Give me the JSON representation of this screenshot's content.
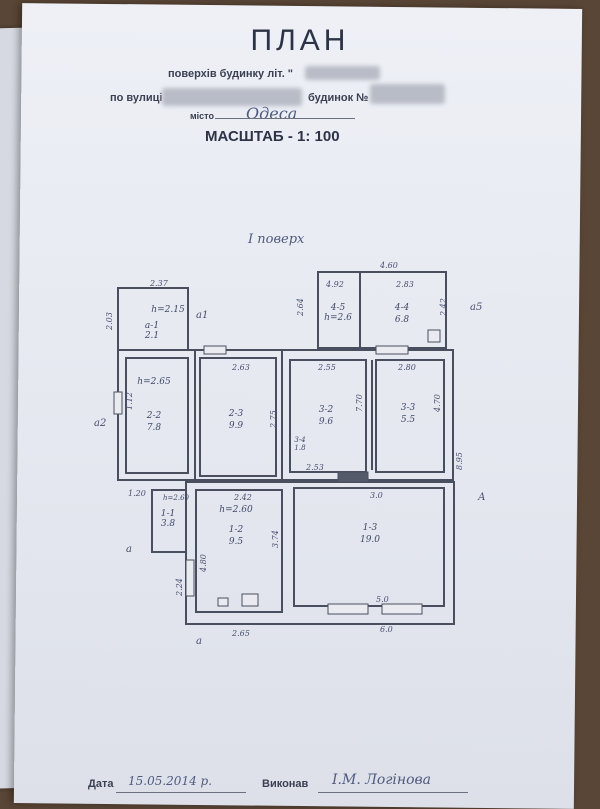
{
  "header": {
    "title": "ПЛАН",
    "line1": "поверхів будинку літ. \"",
    "line2_street": "по вулиці",
    "line2_house": "будинок №",
    "line3_city_label": "місто",
    "line3_city_value": "Одеса",
    "scale": "МАСШТАБ - 1: 100"
  },
  "floor_label": "I поверх",
  "dimensions": {
    "top_460": "4.60",
    "d492": "4.92",
    "d283": "2.83",
    "d264": "2.64",
    "d242": "2.42",
    "d237": "2.37",
    "d203": "2.03",
    "d263": "2.63",
    "d255": "2.55",
    "d280": "2.80",
    "d112": "1.12",
    "d275": "2.75",
    "d770": "7.70",
    "d470": "4.70",
    "d253": "2.53",
    "d895": "8.95",
    "d120": "1.20",
    "d242b": "2.42",
    "d30": "3.0",
    "d374": "3.74",
    "d480": "4.80",
    "d224": "2.24",
    "d50": "5.0",
    "d265": "2.65",
    "d60": "6.0"
  },
  "rooms": {
    "r45": {
      "label": "4-5",
      "h": "h=2.6"
    },
    "r44": {
      "label": "4-4",
      "area": "6.8"
    },
    "r41": {
      "label": "а-1",
      "area": "2.1",
      "h": "h=2.15"
    },
    "r22": {
      "label": "2-2",
      "area": "7.8",
      "h": "h=2.65"
    },
    "r23": {
      "label": "2-3",
      "area": "9.9"
    },
    "r32": {
      "label": "3-2",
      "area": "9.6"
    },
    "r33": {
      "label": "3-3",
      "area": "5.5"
    },
    "r34": {
      "label": "3-4",
      "area": "1.8"
    },
    "r11": {
      "label": "1-1",
      "area": "3.8",
      "h": "h=2.60"
    },
    "r12": {
      "label": "1-2",
      "area": "9.5",
      "h": "h=2.60"
    },
    "r13": {
      "label": "1-3",
      "area": "19.0"
    }
  },
  "markers": {
    "a1": "а1",
    "a_upper": "А",
    "a_left": "а",
    "a_bottom": "а",
    "a5": "а5",
    "a2": "а2"
  },
  "footer": {
    "date_label": "Дата",
    "date_value": "15.05.2014 р.",
    "exec_label": "Виконав",
    "exec_value": "І.М. Логінова"
  }
}
